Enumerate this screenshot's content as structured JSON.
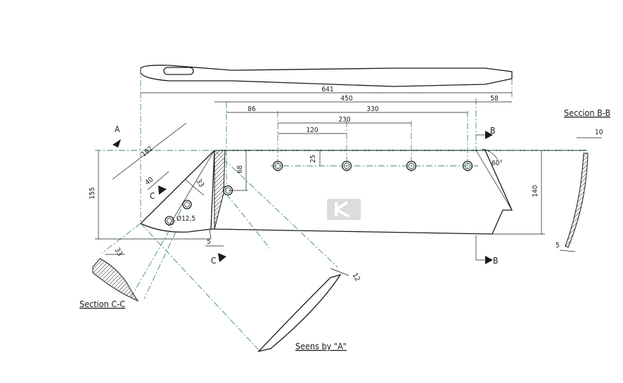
{
  "drawing": {
    "dimensions": {
      "overall_length": "641",
      "hole_span": "450",
      "end_offset": "58",
      "left_offset": "86",
      "pitch_330": "330",
      "pitch_230": "230",
      "pitch_120": "120",
      "hole_drop": "25",
      "left_height": "68",
      "angle": "60°",
      "height_left": "155",
      "height_right": "140",
      "diag_length": "182",
      "diag_40": "40",
      "diag_33": "33",
      "hole_diameter": "Ø12,5",
      "foot_5": "5",
      "sec_cc_33": "33",
      "seen_12": "12",
      "sec_bb_10": "10",
      "sec_bb_5": "5"
    },
    "labels": {
      "view_a": "A",
      "section_b_top": "B",
      "section_b_bottom": "B",
      "section_c_top": "C",
      "section_c_bottom": "C"
    },
    "titles": {
      "section_bb": "Seccion B-B",
      "section_cc": "Section C-C",
      "seen_by_a": "Seens by \"A\""
    },
    "colors": {
      "line": "#1a1a1a",
      "centerline": "#3f8a86",
      "background": "#ffffff"
    }
  }
}
